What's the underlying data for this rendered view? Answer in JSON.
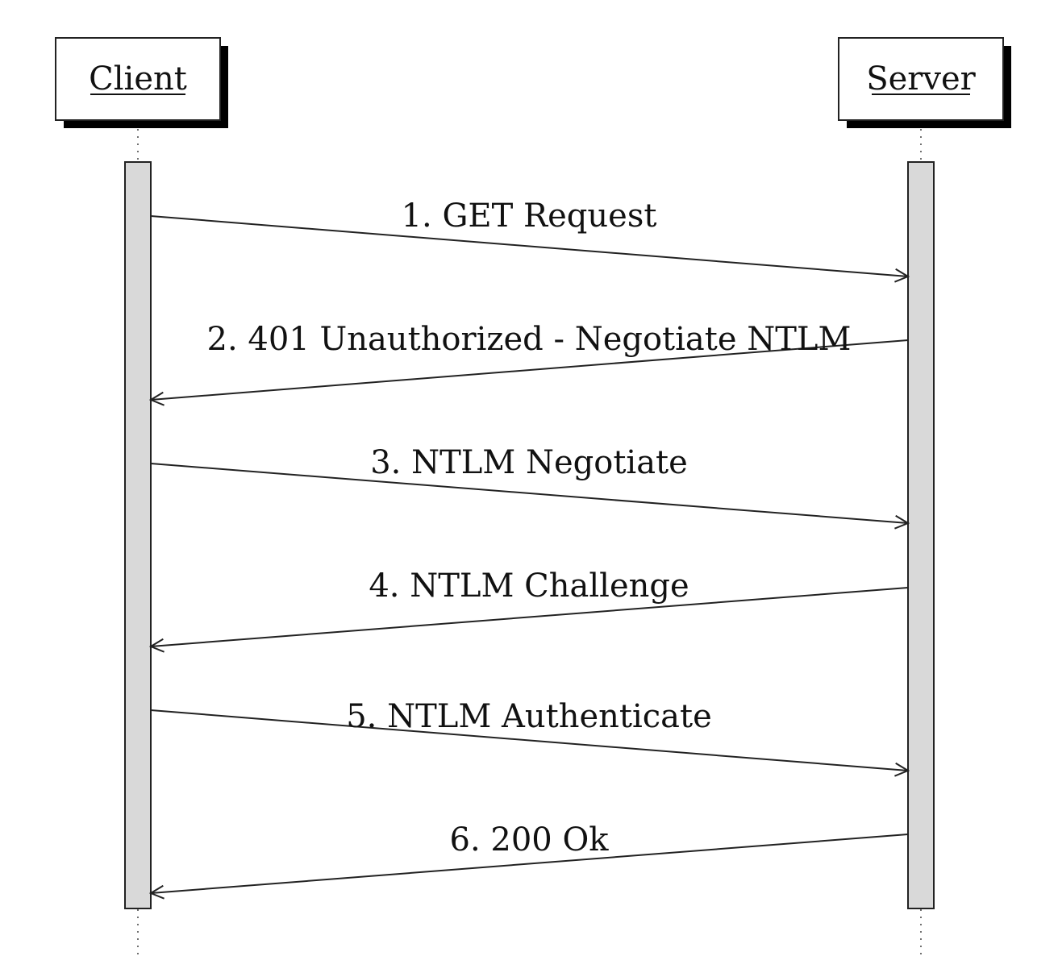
{
  "participants": [
    {
      "id": "client",
      "label": "Client"
    },
    {
      "id": "server",
      "label": "Server"
    }
  ],
  "messages": [
    {
      "from": "client",
      "to": "server",
      "label": "1. GET Request"
    },
    {
      "from": "server",
      "to": "client",
      "label": "2. 401 Unauthorized - Negotiate NTLM"
    },
    {
      "from": "client",
      "to": "server",
      "label": "3. NTLM Negotiate"
    },
    {
      "from": "server",
      "to": "client",
      "label": "4. NTLM Challenge"
    },
    {
      "from": "client",
      "to": "server",
      "label": "5. NTLM Authenticate"
    },
    {
      "from": "server",
      "to": "client",
      "label": "6. 200 Ok"
    }
  ],
  "colors": {
    "line": "#222222",
    "activation_fill": "#d9d9d9",
    "box_fill": "#ffffff",
    "shadow": "#000000"
  }
}
